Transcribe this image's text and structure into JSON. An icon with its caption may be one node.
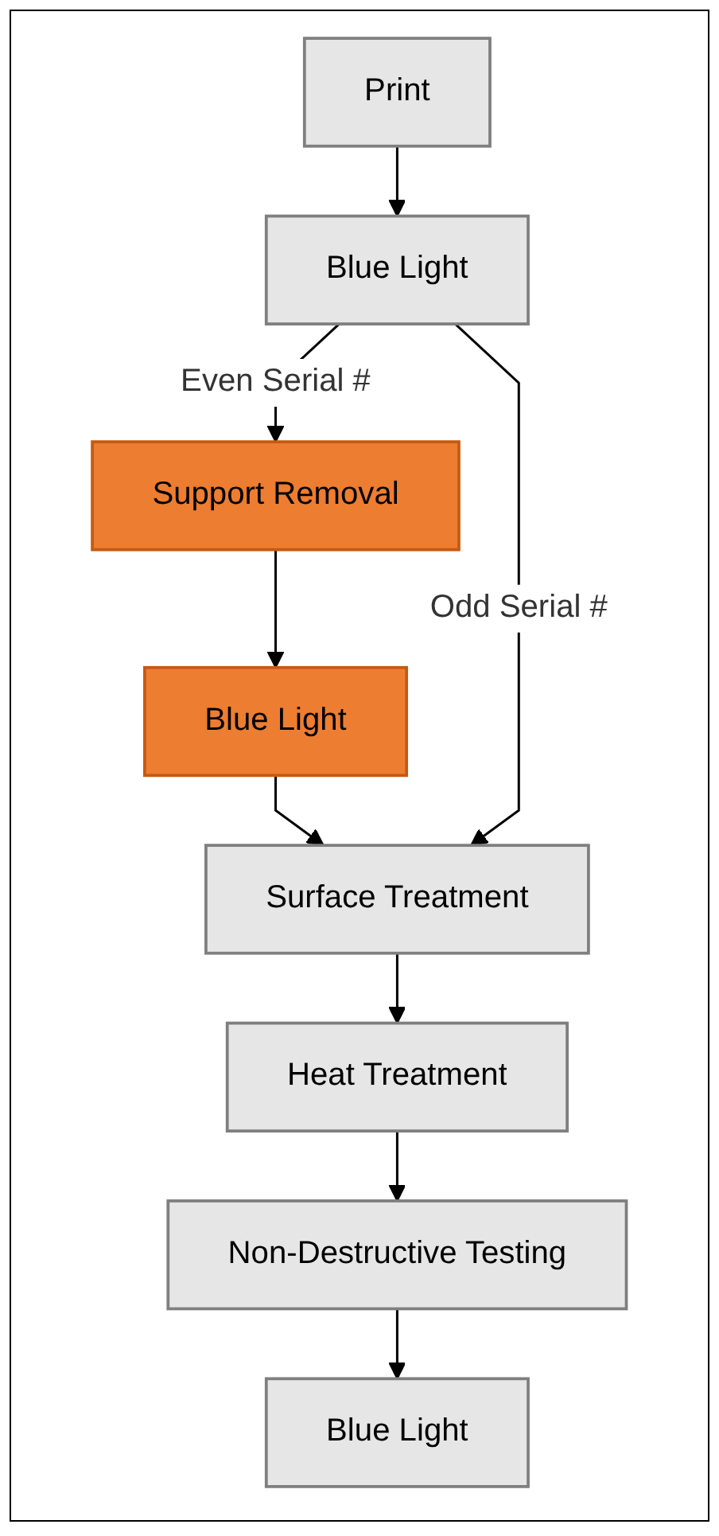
{
  "diagram": {
    "nodes": [
      {
        "text": [
          "Print"
        ]
      },
      {
        "text": [
          "Blue Light"
        ]
      },
      {
        "text": [
          "Support Removal"
        ]
      },
      {
        "text": [
          "Blue Light"
        ]
      },
      {
        "text": [
          "Surface Treatment"
        ]
      },
      {
        "text": [
          "Heat Treatment"
        ]
      },
      {
        "text": [
          "Non-Destructive Testing"
        ]
      },
      {
        "text": [
          "Blue Light"
        ]
      }
    ],
    "edges": [
      {
        "from": 0,
        "to": 1,
        "arrow": "to"
      },
      {
        "from": 1,
        "to": 2,
        "arrow": "to",
        "label": "Even Serial #"
      },
      {
        "from": 2,
        "to": 3,
        "arrow": "to"
      },
      {
        "from": 3,
        "to": 4,
        "arrow": "to"
      },
      {
        "from": 1,
        "to": 4,
        "arrow": "to",
        "label": "Odd Serial #"
      },
      {
        "from": 4,
        "to": 5,
        "arrow": "to"
      },
      {
        "from": 5,
        "to": 6,
        "arrow": "to"
      },
      {
        "from": 6,
        "to": 7,
        "arrow": "to"
      }
    ]
  }
}
